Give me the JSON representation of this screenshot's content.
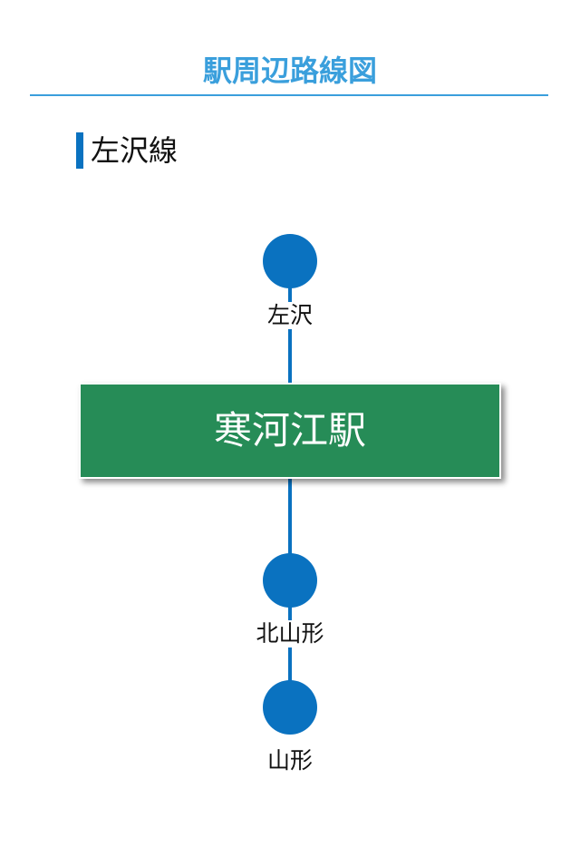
{
  "header": {
    "title": "駅周辺路線図"
  },
  "section": {
    "title": "左沢線"
  },
  "current_station": {
    "name": "寒河江駅"
  },
  "stations_before": [
    {
      "name": "左沢"
    }
  ],
  "stations_after": [
    {
      "name": "北山形"
    },
    {
      "name": "山形"
    }
  ],
  "colors": {
    "title": "#3a9fdc",
    "title_rule": "#3a9fdc",
    "line": "#0a72c0",
    "station_dot": "#0a72c0",
    "current_station_bg": "#268c57",
    "heading_bar": "#0a72c0"
  }
}
